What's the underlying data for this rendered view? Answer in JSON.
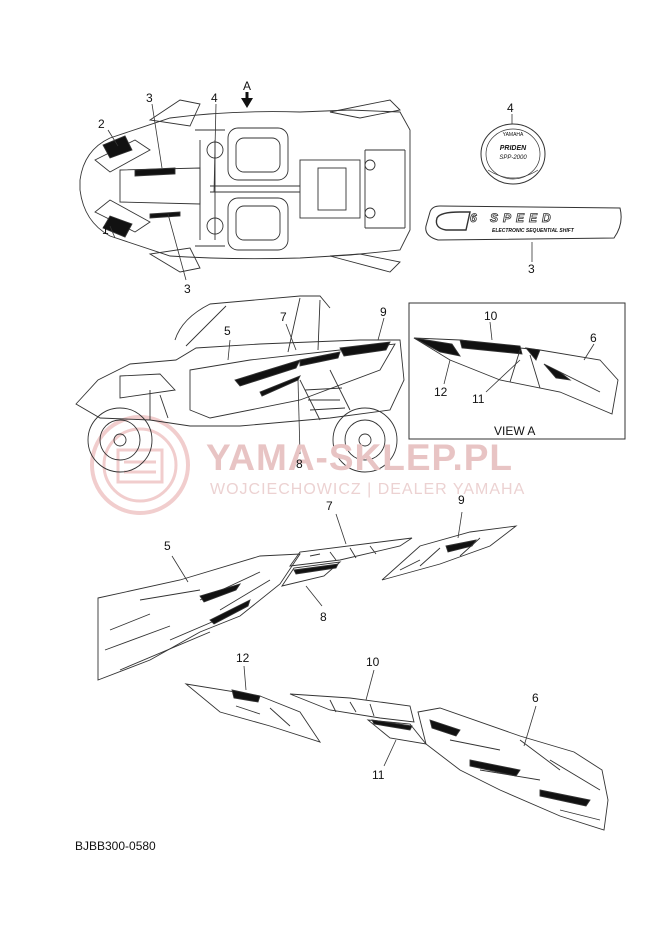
{
  "drawing_code": "BJBB300-0580",
  "view_label": "VIEW A",
  "arrow_label": "A",
  "watermark": {
    "title": "YAMA-SKLEP.PL",
    "subtitle": "WOJCIECHOWICZ | DEALER YAMAHA"
  },
  "badge": {
    "brand": "YAMAHA",
    "line1": "PRIDEN",
    "line2": "SPP-2000"
  },
  "speed_decal": {
    "big": "6 SPEED",
    "small": "ELECTRONIC SEQUENTIAL SHIFT"
  },
  "callouts": {
    "top_3a": "3",
    "top_2": "2",
    "top_4": "4",
    "top_1": "1",
    "top_3b": "3",
    "badge_4": "4",
    "speed_3": "3",
    "side_5": "5",
    "side_7": "7",
    "side_9": "9",
    "side_8": "8",
    "va_10": "10",
    "va_6": "6",
    "va_12": "12",
    "va_11": "11",
    "d5": "5",
    "d7": "7",
    "d9": "9",
    "d8": "8",
    "d12": "12",
    "d10": "10",
    "d6": "6",
    "d11": "11"
  },
  "colors": {
    "line": "#333333",
    "watermark": "#e6b8b8",
    "stripe": "#111111"
  }
}
